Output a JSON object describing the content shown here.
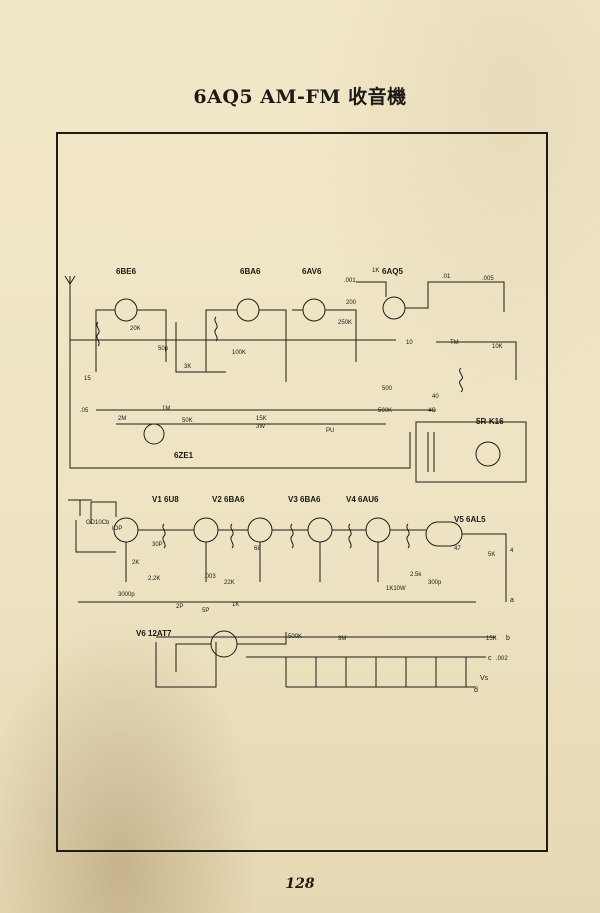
{
  "page": {
    "title": "6AQ5 AM-FM 收音機",
    "page_number": "128"
  },
  "am_section": {
    "tubes": [
      "6BE6",
      "6BA6",
      "6AV6",
      "6AQ5"
    ],
    "tuning_tube": "6ZE1",
    "rectifier": "5R-K16",
    "components": [
      "50p",
      "20K",
      "3K",
      ".05",
      "100K",
      "1M",
      "50K",
      "2M",
      ".001",
      "250K",
      "500K",
      "10K",
      "10",
      "40",
      "4C",
      "15K",
      "3W",
      "PU",
      "500",
      "TM",
      ".005",
      ".01",
      "1K",
      "200",
      "15"
    ]
  },
  "fm_section": {
    "tubes": [
      {
        "ref": "V1",
        "name": "6U8"
      },
      {
        "ref": "V2",
        "name": "6BA6"
      },
      {
        "ref": "V3",
        "name": "6BA6"
      },
      {
        "ref": "V4",
        "name": "6AU6"
      },
      {
        "ref": "V5",
        "name": "6AL5"
      },
      {
        "ref": "V6",
        "name": "12AT7"
      }
    ],
    "components": [
      "2K",
      "2.2K",
      "22K",
      ".003",
      "3000p",
      "68",
      "300p",
      "1K10W",
      "15K",
      "2P",
      "5P",
      "1K",
      "500K",
      "3M",
      ".002",
      "47",
      "IOP",
      "4",
      "5K",
      "30P",
      "2.5k",
      "GD10Cb"
    ],
    "terminals": [
      "a",
      "b",
      "c",
      "d",
      "Vs"
    ]
  }
}
